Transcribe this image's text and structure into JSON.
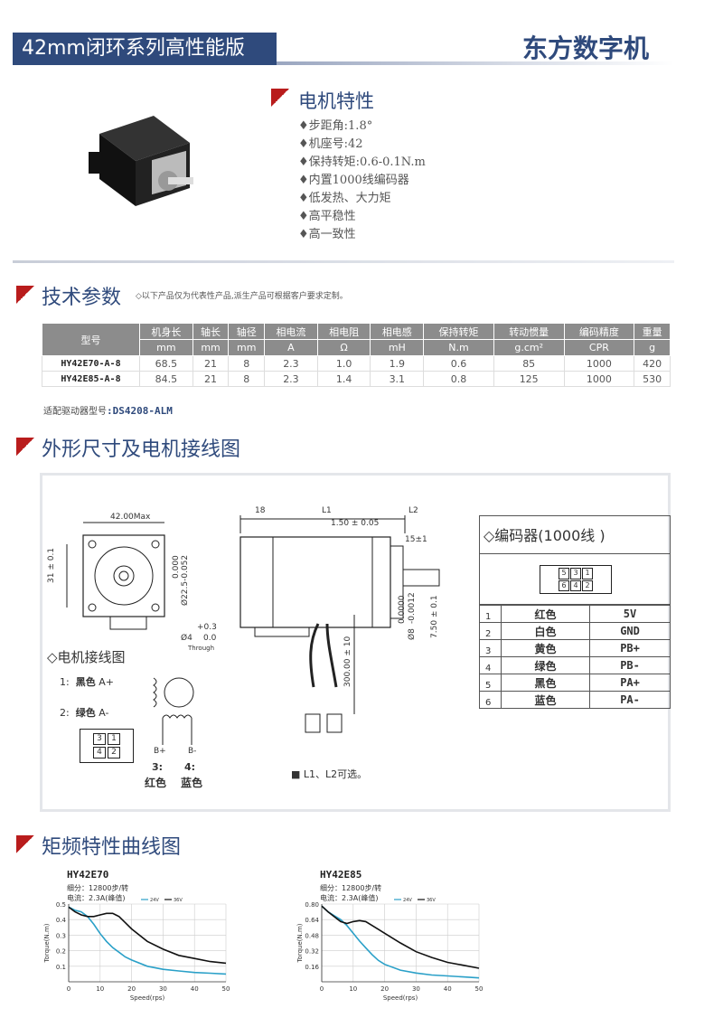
{
  "header": {
    "title": "42mm闭环系列高性能版",
    "brand": "东方数字机"
  },
  "features": {
    "title": "电机特性",
    "items": [
      "♦步距角:1.8°",
      "♦机座号:42",
      "♦保持转矩:0.6-0.1N.m",
      "♦内置1000线编码器",
      "♦低发热、大力矩",
      "♦高平稳性",
      "♦高一致性"
    ]
  },
  "specs": {
    "title": "技术参数",
    "note": "◇以下产品仅为代表性产品,派生产品可根据客户要求定制。",
    "model_header": "型号",
    "headers": [
      "机身长",
      "轴长",
      "轴径",
      "相电流",
      "相电阻",
      "相电感",
      "保持转矩",
      "转动惯量",
      "编码精度",
      "重量"
    ],
    "units": [
      "mm",
      "mm",
      "mm",
      "A",
      "Ω",
      "mH",
      "N.m",
      "g.cm²",
      "CPR",
      "g"
    ],
    "rows": [
      {
        "model": "HY42E70-A-8",
        "values": [
          "68.5",
          "21",
          "8",
          "2.3",
          "1.0",
          "1.9",
          "0.6",
          "85",
          "1000",
          "420"
        ]
      },
      {
        "model": "HY42E85-A-8",
        "values": [
          "84.5",
          "21",
          "8",
          "2.3",
          "1.4",
          "3.1",
          "0.8",
          "125",
          "1000",
          "530"
        ]
      }
    ],
    "driver_label": "适配驱动器型号",
    "driver_value": ":DS4208-ALM"
  },
  "drawing": {
    "title": "外形尺寸及电机接线图",
    "dims": {
      "w42": "42.00Max",
      "d31": "31 ± 0.1",
      "d000": "0.000",
      "d225": "Ø22.5-0.052",
      "hole": "Ø4",
      "tol": "+0.3",
      "tol0": "0.0",
      "through": "Through",
      "l18": "18",
      "l1": "L1",
      "l2": "L2",
      "l150": "1.50 ± 0.05",
      "l15": "15±1",
      "shaft": "Ø8",
      "shaft0": "0.0000",
      "shaft1": "-0.0012",
      "flat": "7.50 ± 0.1",
      "lead": "300.00 ± 10"
    },
    "wiring_title": "◇电机接线图",
    "wiring": [
      {
        "num": "1:",
        "color": "黑色",
        "pin": "A+"
      },
      {
        "num": "2:",
        "color": "绿色",
        "pin": "A-"
      }
    ],
    "wiring_b": [
      {
        "num": "3:",
        "color": "红色",
        "pin": "B+"
      },
      {
        "num": "4:",
        "color": "蓝色",
        "pin": "B-"
      }
    ],
    "connector_pins": [
      "3",
      "1",
      "4",
      "2"
    ],
    "note": "■ L1、L2可选。",
    "encoder_title": "◇编码器(1000线 )",
    "encoder_pins": [
      "5",
      "3",
      "1",
      "6",
      "4",
      "2"
    ],
    "encoder_rows": [
      {
        "idx": "1",
        "color": "红色",
        "signal": "5V"
      },
      {
        "idx": "2",
        "color": "白色",
        "signal": "GND"
      },
      {
        "idx": "3",
        "color": "黄色",
        "signal": "PB+"
      },
      {
        "idx": "4",
        "color": "绿色",
        "signal": "PB-"
      },
      {
        "idx": "5",
        "color": "黑色",
        "signal": "PA+"
      },
      {
        "idx": "6",
        "color": "蓝色",
        "signal": "PA-"
      }
    ]
  },
  "curves": {
    "title": "矩频特性曲线图"
  },
  "chart_data": [
    {
      "type": "line",
      "title": "HY42E70",
      "subtitle1": "细分：12800步/转",
      "subtitle2": "电流：2.3A(峰值)",
      "xlabel": "Speed(rps)",
      "ylabel": "Torque(N.m)",
      "xlim": [
        0,
        50
      ],
      "ylim": [
        0,
        0.5
      ],
      "xticks": [
        "0",
        "10",
        "20",
        "30",
        "40",
        "50"
      ],
      "yticks": [
        "0.1",
        "0.2",
        "0.3",
        "0.4",
        "0.5"
      ],
      "x": [
        0,
        2,
        4,
        6,
        8,
        10,
        12,
        14,
        16,
        18,
        20,
        25,
        30,
        35,
        40,
        45,
        50
      ],
      "series": [
        {
          "name": "24V",
          "color": "#2aa0c8",
          "values": [
            0.48,
            0.46,
            0.45,
            0.42,
            0.37,
            0.31,
            0.26,
            0.22,
            0.19,
            0.16,
            0.14,
            0.1,
            0.08,
            0.07,
            0.06,
            0.055,
            0.05
          ]
        },
        {
          "name": "36V",
          "color": "#111111",
          "values": [
            0.48,
            0.45,
            0.43,
            0.42,
            0.42,
            0.43,
            0.44,
            0.44,
            0.42,
            0.38,
            0.34,
            0.26,
            0.21,
            0.17,
            0.15,
            0.13,
            0.12
          ]
        }
      ]
    },
    {
      "type": "line",
      "title": "HY42E85",
      "subtitle1": "细分：12800步/转",
      "subtitle2": "电流：2.3A(峰值)",
      "xlabel": "Speed(rps)",
      "ylabel": "Torque(N.m)",
      "xlim": [
        0,
        50
      ],
      "ylim": [
        0,
        0.8
      ],
      "xticks": [
        "0",
        "10",
        "20",
        "30",
        "40",
        "50"
      ],
      "yticks": [
        "0.16",
        "0.32",
        "0.48",
        "0.64",
        "0.80"
      ],
      "x": [
        0,
        2,
        4,
        6,
        8,
        10,
        12,
        14,
        16,
        18,
        20,
        25,
        30,
        35,
        40,
        45,
        50
      ],
      "series": [
        {
          "name": "24V",
          "color": "#2aa0c8",
          "values": [
            0.78,
            0.72,
            0.68,
            0.64,
            0.58,
            0.5,
            0.42,
            0.35,
            0.28,
            0.22,
            0.18,
            0.12,
            0.09,
            0.07,
            0.06,
            0.05,
            0.04
          ]
        },
        {
          "name": "36V",
          "color": "#111111",
          "values": [
            0.78,
            0.72,
            0.67,
            0.62,
            0.6,
            0.62,
            0.63,
            0.62,
            0.58,
            0.54,
            0.5,
            0.4,
            0.31,
            0.25,
            0.2,
            0.17,
            0.14
          ]
        }
      ]
    }
  ]
}
